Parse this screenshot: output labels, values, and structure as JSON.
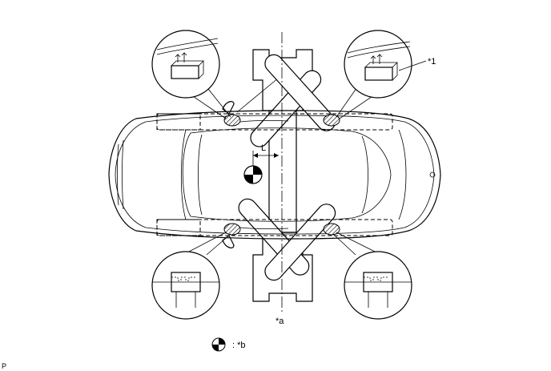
{
  "labels": {
    "callout_1": "*1",
    "dim_L": "L",
    "center_line_a": "*a",
    "legend_text": ": *b",
    "corner_code": "P"
  },
  "icons": {
    "center_of_gravity": "center-of-gravity-icon"
  }
}
